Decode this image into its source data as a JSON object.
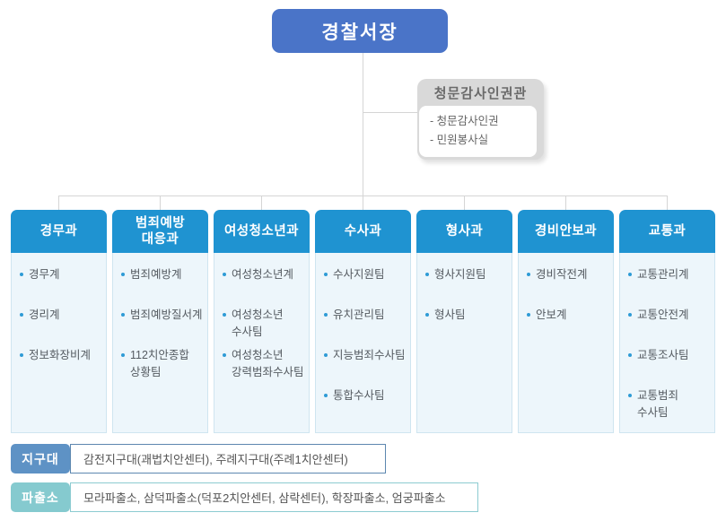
{
  "root": {
    "title": "경찰서장"
  },
  "advisor": {
    "title": "청문감사인권관",
    "items": [
      "- 청문감사인권",
      "- 민원봉사실"
    ]
  },
  "departments": [
    {
      "name": "경무과",
      "items": [
        "경무계",
        "경리계",
        "정보화장비계"
      ]
    },
    {
      "name": "범죄예방\n대응과",
      "items": [
        "범죄예방계",
        "범죄예방질서계",
        "112치안종합\n상황팀"
      ]
    },
    {
      "name": "여성청소년과",
      "items": [
        "여성청소년계",
        "여성청소년\n수사팀",
        "여성청소년\n강력범좌수사팀"
      ]
    },
    {
      "name": "수사과",
      "items": [
        "수사지원팀",
        "유치관리팀",
        "지능범죄수사팀",
        "통합수사팀"
      ]
    },
    {
      "name": "형사과",
      "items": [
        "형사지원팀",
        "형사팀"
      ]
    },
    {
      "name": "경비안보과",
      "items": [
        "경비작전계",
        "안보계"
      ]
    },
    {
      "name": "교통과",
      "items": [
        "교통관리계",
        "교통안전계",
        "교통조사팀",
        "교통범죄\n수사팀"
      ]
    }
  ],
  "footer": {
    "jigudae": {
      "label": "지구대",
      "text": "감전지구대(괘법치안센터), 주례지구대(주례1치안센터)"
    },
    "pachulso": {
      "label": "파출소",
      "text": "모라파출소, 삼덕파출소(덕포2치안센터, 삼락센터), 학장파출소, 엄궁파출소"
    }
  },
  "colors": {
    "root_box": "#4a74c8",
    "dept_header": "#1f93d1",
    "dept_body_bg": "#edf6fb",
    "dept_body_border": "#cfe5f0",
    "bullet": "#2e9bd6",
    "advisor_bg": "#d9d9d9",
    "jigudae_label": "#5e92c5",
    "pachulso_label": "#85cacf",
    "connector": "#d5d5d5"
  }
}
